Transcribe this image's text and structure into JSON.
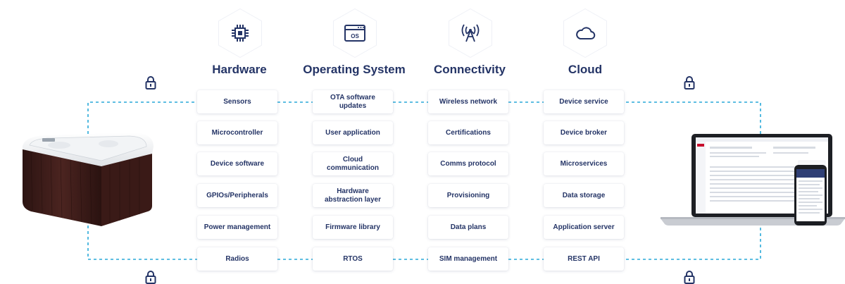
{
  "columns": [
    {
      "title": "Hardware",
      "icon": "chip-icon",
      "items": [
        "Sensors",
        "Microcontroller",
        "Device software",
        "GPIOs/Peripherals",
        "Power management",
        "Radios"
      ]
    },
    {
      "title": "Operating System",
      "icon": "os-window-icon",
      "items": [
        "OTA software updates",
        "User application",
        "Cloud communication",
        "Hardware abstraction layer",
        "Firmware library",
        "RTOS"
      ]
    },
    {
      "title": "Connectivity",
      "icon": "antenna-icon",
      "items": [
        "Wireless network",
        "Certifications",
        "Comms protocol",
        "Provisioning",
        "Data plans",
        "SIM management"
      ]
    },
    {
      "title": "Cloud",
      "icon": "cloud-icon",
      "items": [
        "Device service",
        "Device broker",
        "Microservices",
        "Data storage",
        "Application server",
        "REST API"
      ]
    }
  ],
  "os_icon_text": "OS",
  "colors": {
    "navy": "#243466",
    "dashed_line": "#29a9d9",
    "card_bg": "#ffffff"
  }
}
